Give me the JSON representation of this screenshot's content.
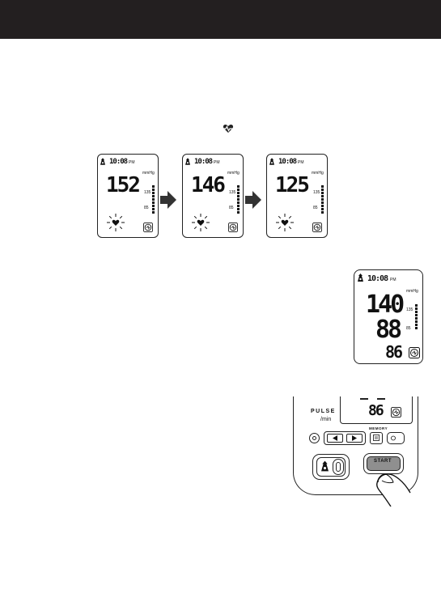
{
  "header": {
    "bg": "#231f20"
  },
  "icons": {
    "heartbeat_symbol": "heart-pulse-icon"
  },
  "inflation_sequence": {
    "screens": [
      {
        "time": "10:08",
        "ampm": "PM",
        "reading": "152",
        "unit": "mmHg",
        "scale_top": "135",
        "scale_mid": "85"
      },
      {
        "time": "10:08",
        "ampm": "PM",
        "reading": "146",
        "unit": "mmHg",
        "scale_top": "135",
        "scale_mid": "85"
      },
      {
        "time": "10:08",
        "ampm": "PM",
        "reading": "125",
        "unit": "mmHg",
        "scale_top": "135",
        "scale_mid": "85"
      }
    ]
  },
  "result_screen": {
    "time": "10:08",
    "ampm": "PM",
    "unit": "mmHg",
    "systolic": "140",
    "diastolic": "88",
    "pulse": "86",
    "scale_top": "135",
    "scale_mid": "85"
  },
  "device": {
    "pulse_label": "PULSE",
    "per_min_label": "/min",
    "pulse_value": "86",
    "memory_label": "MEMORY",
    "start_label": "START"
  }
}
